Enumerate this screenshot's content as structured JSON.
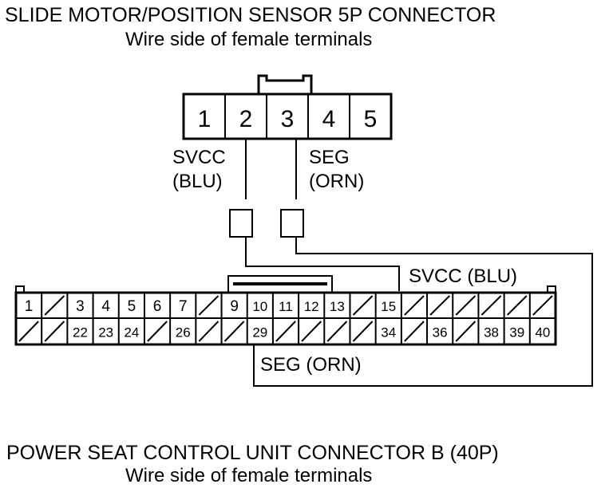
{
  "titles": {
    "top": "SLIDE MOTOR/POSITION SENSOR 5P CONNECTOR",
    "top_sub": "Wire side of female terminals",
    "bottom": "POWER SEAT CONTROL UNIT CONNECTOR B (40P)",
    "bottom_sub": "Wire side of female terminals"
  },
  "connector_5p": {
    "pins": [
      "1",
      "2",
      "3",
      "4",
      "5"
    ]
  },
  "labels": {
    "svcc_line1": "SVCC",
    "svcc_line2": "(BLU)",
    "seg_line1": "SEG",
    "seg_line2": "(ORN)",
    "svcc_full": "SVCC (BLU)",
    "seg_full": "SEG (ORN)"
  },
  "connector_40p": {
    "row1": [
      "1",
      "",
      "3",
      "4",
      "5",
      "6",
      "7",
      "",
      "9",
      "10",
      "11",
      "12",
      "13",
      "",
      "15",
      "",
      "",
      "",
      "",
      "",
      ""
    ],
    "row2": [
      "",
      "",
      "22",
      "23",
      "24",
      "",
      "26",
      "",
      "",
      "29",
      "",
      "",
      "",
      "",
      "34",
      "",
      "36",
      "",
      "38",
      "39",
      "40"
    ]
  }
}
